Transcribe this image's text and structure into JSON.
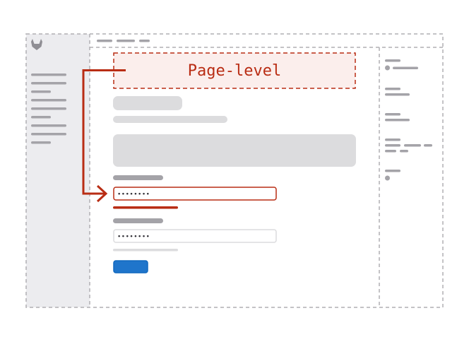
{
  "annotation": {
    "label": "Page-level"
  },
  "fields": [
    {
      "masked_value": "••••••••",
      "state": "error"
    },
    {
      "masked_value": "••••••••",
      "state": "default"
    }
  ],
  "colors": {
    "error": "#b92d14",
    "error_bg": "#fbeeec",
    "sidebar_bg": "#ececef",
    "skeleton": "#dcdcde",
    "skeleton_dark": "#a4a3a8",
    "frame_dash": "#b0afb3",
    "primary_button": "#1f75cb",
    "primary_button_border": "#1068bf",
    "logo": "#8f8e94"
  },
  "icons": {
    "logo": "gitlab-tanuki-icon",
    "arrow": "arrow-right-icon"
  }
}
